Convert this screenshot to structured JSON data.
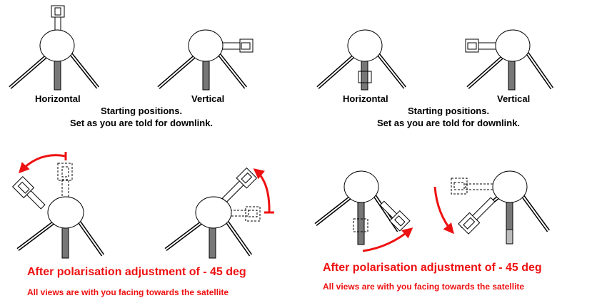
{
  "colors": {
    "arrow": "#ee1111",
    "text_red": "#ee1111",
    "stroke": "#000000",
    "mast": "#777777",
    "mast_light": "#bbbbbb"
  },
  "top_left": {
    "label_horizontal": "Horizontal",
    "label_vertical": "Vertical",
    "caption_line1": "Starting positions.",
    "caption_line2": "Set as you are told for downlink."
  },
  "top_right": {
    "label_horizontal": "Horizontal",
    "label_vertical": "Vertical",
    "caption_line1": "Starting positions.",
    "caption_line2": "Set as you are told for downlink."
  },
  "bottom_left": {
    "title": "After polarisation adjustment of - 45 deg",
    "note": "All views are with you facing towards the satellite"
  },
  "bottom_right": {
    "title": "After polarisation adjustment of - 45 deg",
    "note": "All views are with you facing towards the satellite"
  }
}
